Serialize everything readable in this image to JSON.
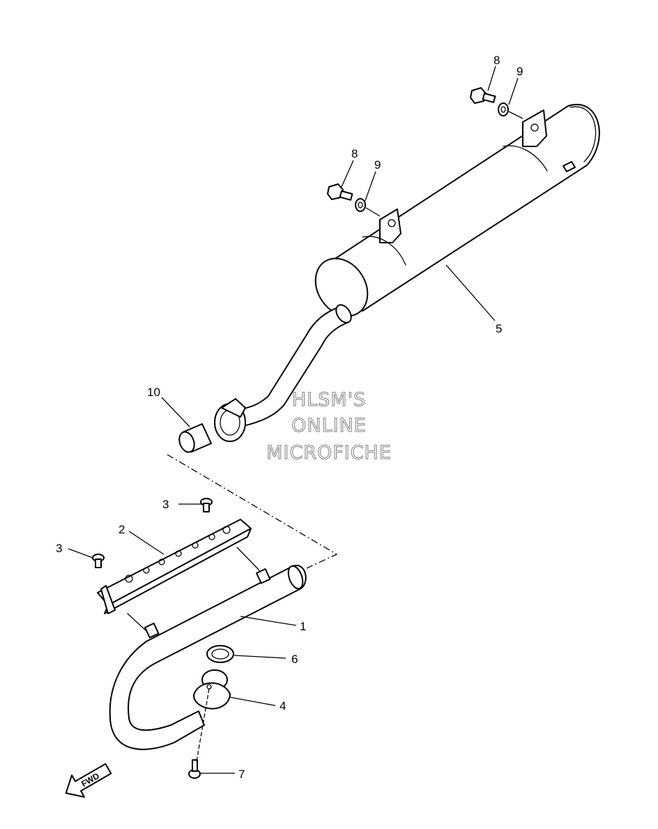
{
  "callouts": [
    {
      "id": "c8a",
      "text": "8"
    },
    {
      "id": "c9a",
      "text": "9"
    },
    {
      "id": "c8b",
      "text": "8"
    },
    {
      "id": "c9b",
      "text": "9"
    },
    {
      "id": "c5",
      "text": "5"
    },
    {
      "id": "c10",
      "text": "10"
    },
    {
      "id": "c3a",
      "text": "3"
    },
    {
      "id": "c2",
      "text": "2"
    },
    {
      "id": "c3b",
      "text": "3"
    },
    {
      "id": "c1",
      "text": "1"
    },
    {
      "id": "c6",
      "text": "6"
    },
    {
      "id": "c4",
      "text": "4"
    },
    {
      "id": "c7",
      "text": "7"
    }
  ],
  "watermark": {
    "line1": "HLSM'S",
    "line2": "ONLINE",
    "line3": "MICROFICHE"
  },
  "fwd_label": "FWD"
}
